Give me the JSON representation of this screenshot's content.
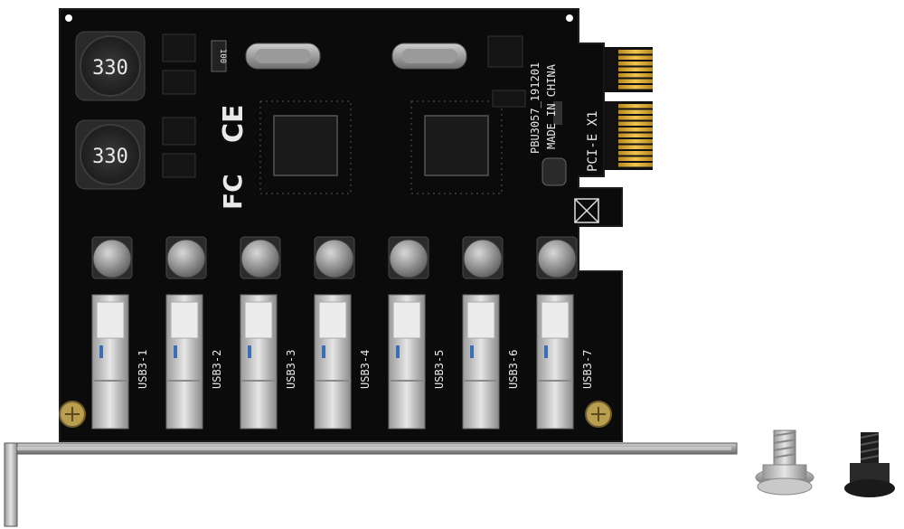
{
  "pcb": {
    "board_color": "#0b0b0b",
    "gold_color": "#d8a838",
    "model": "PBU3057_191201",
    "origin": "MADE IN CHINA",
    "interface": "PCI-E X1",
    "inductor_marking": "330",
    "resistor_marking": "100",
    "cert_ce": "CE",
    "cert_fc": "FC"
  },
  "ports": [
    {
      "label": "USB3-1"
    },
    {
      "label": "USB3-2"
    },
    {
      "label": "USB3-3"
    },
    {
      "label": "USB3-4"
    },
    {
      "label": "USB3-5"
    },
    {
      "label": "USB3-6"
    },
    {
      "label": "USB3-7"
    }
  ],
  "accessories": {
    "screws": [
      "screw-silver",
      "screw-black"
    ]
  }
}
